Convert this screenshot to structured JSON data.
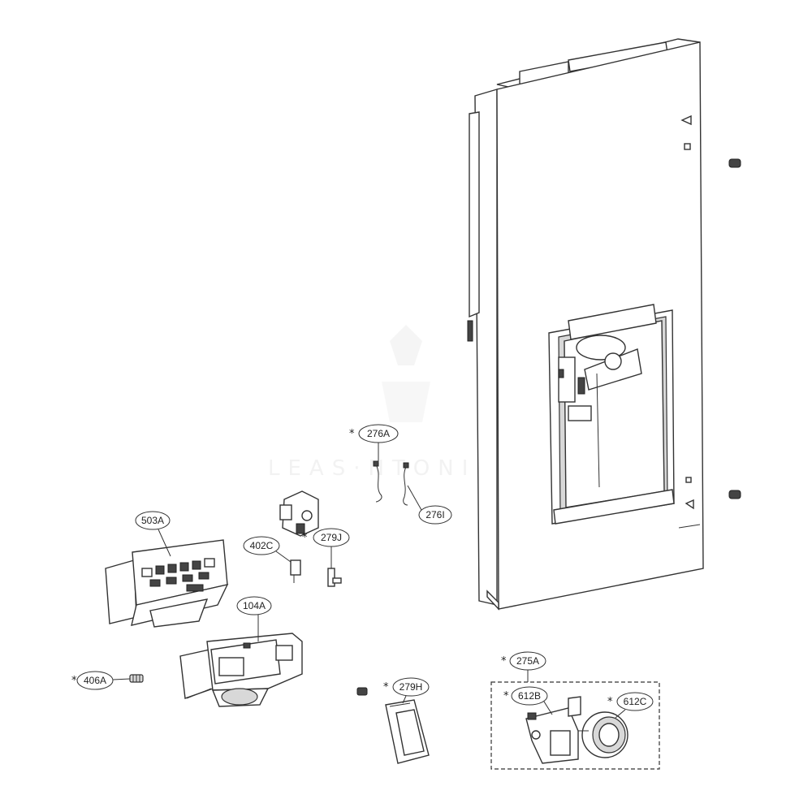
{
  "callouts": [
    {
      "id": "276A",
      "label": "276A",
      "starred": true
    },
    {
      "id": "276I",
      "label": "276I",
      "starred": false
    },
    {
      "id": "503A",
      "label": "503A",
      "starred": false
    },
    {
      "id": "402C",
      "label": "402C",
      "starred": false
    },
    {
      "id": "279J",
      "label": "279J",
      "starred": true
    },
    {
      "id": "104A",
      "label": "104A",
      "starred": false
    },
    {
      "id": "406A",
      "label": "406A",
      "starred": true
    },
    {
      "id": "279H",
      "label": "279H",
      "starred": true
    },
    {
      "id": "275A",
      "label": "275A",
      "starred": true
    },
    {
      "id": "612B",
      "label": "612B",
      "starred": true
    },
    {
      "id": "612C",
      "label": "612C",
      "starred": true
    }
  ],
  "star_symbol": "*",
  "colors": {
    "line": "#333333",
    "watermark": "#e6e6e6"
  }
}
